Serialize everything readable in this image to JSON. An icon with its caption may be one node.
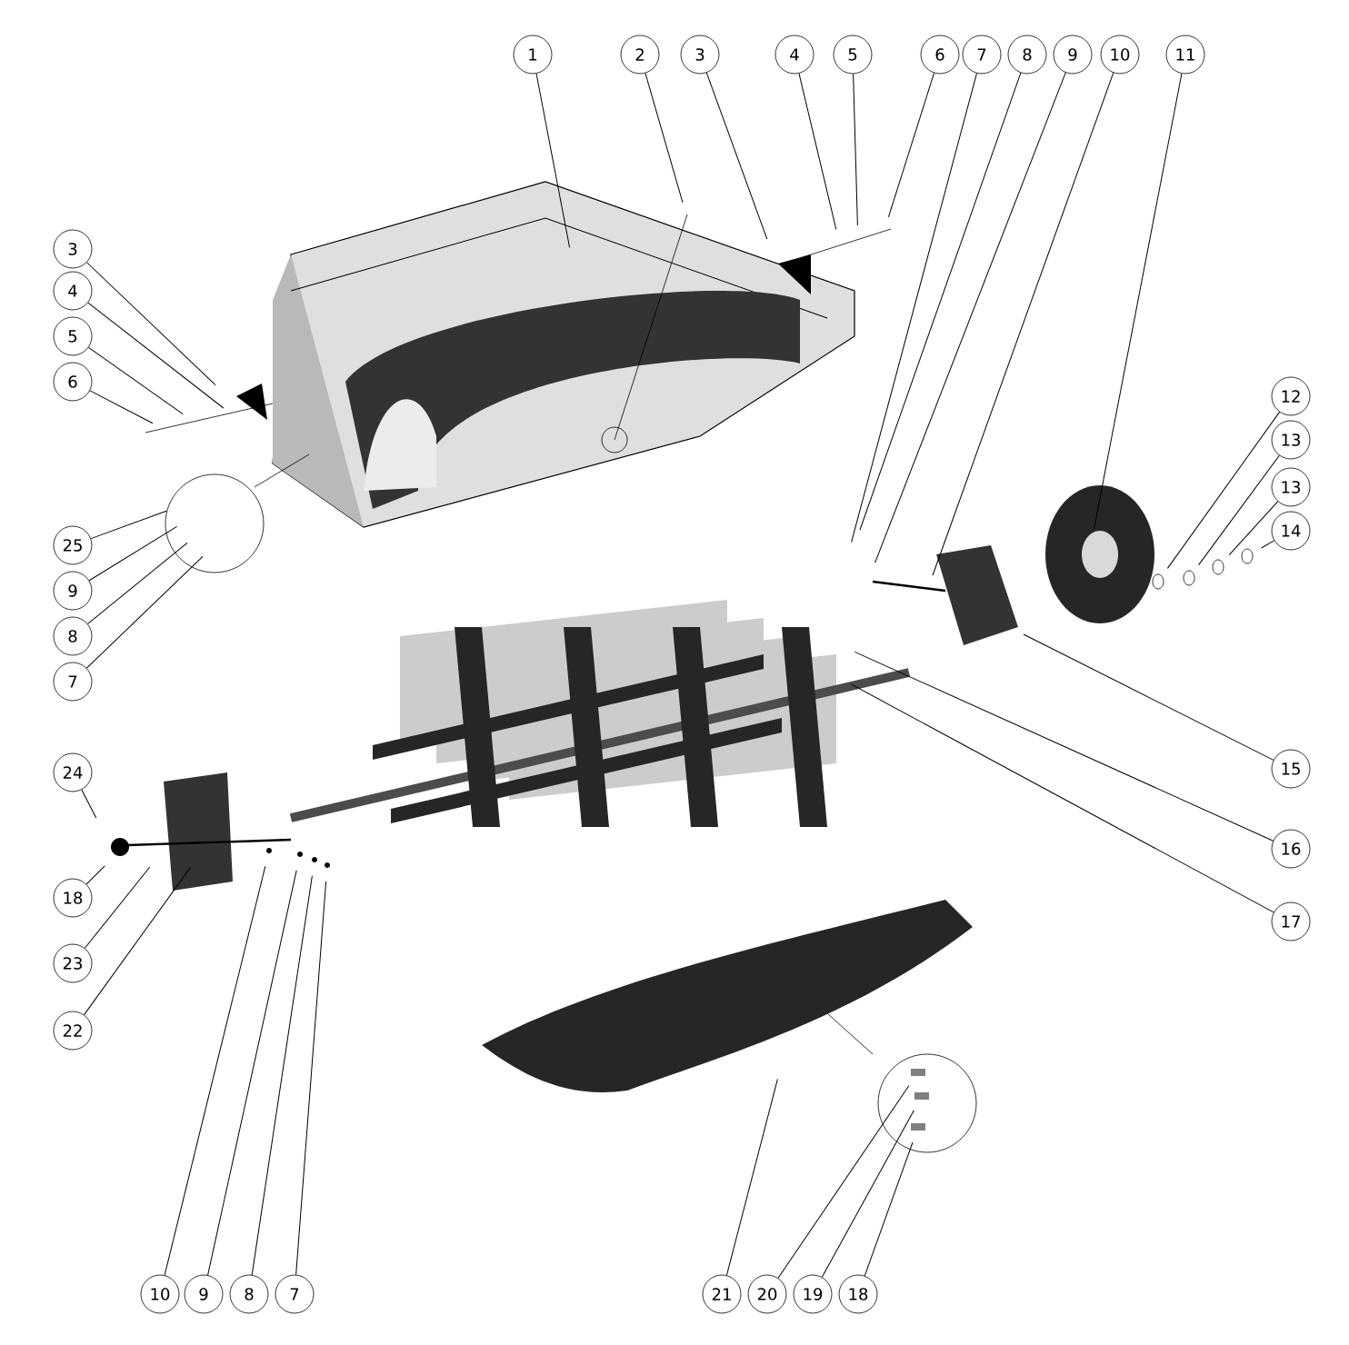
{
  "diagram": {
    "nodes": [
      {
        "text": [
          "1"
        ]
      },
      {
        "text": [
          "2"
        ]
      },
      {
        "text": [
          "3"
        ]
      },
      {
        "text": [
          "4"
        ]
      },
      {
        "text": [
          "5"
        ]
      },
      {
        "text": [
          "6"
        ]
      },
      {
        "text": [
          "7"
        ]
      },
      {
        "text": [
          "8"
        ]
      },
      {
        "text": [
          "9"
        ]
      },
      {
        "text": [
          "10"
        ]
      },
      {
        "text": [
          "11"
        ]
      },
      {
        "text": [
          "3"
        ]
      },
      {
        "text": [
          "4"
        ]
      },
      {
        "text": [
          "5"
        ]
      },
      {
        "text": [
          "6"
        ]
      },
      {
        "text": [
          "25"
        ]
      },
      {
        "text": [
          "9"
        ]
      },
      {
        "text": [
          "8"
        ]
      },
      {
        "text": [
          "7"
        ]
      },
      {
        "text": [
          "24"
        ]
      },
      {
        "text": [
          "18"
        ]
      },
      {
        "text": [
          "23"
        ]
      },
      {
        "text": [
          "22"
        ]
      },
      {
        "text": [
          "12"
        ]
      },
      {
        "text": [
          "13"
        ]
      },
      {
        "text": [
          "13"
        ]
      },
      {
        "text": [
          "14"
        ]
      },
      {
        "text": [
          "15"
        ]
      },
      {
        "text": [
          "16"
        ]
      },
      {
        "text": [
          "17"
        ]
      },
      {
        "text": [
          "10"
        ]
      },
      {
        "text": [
          "9"
        ]
      },
      {
        "text": [
          "8"
        ]
      },
      {
        "text": [
          "7"
        ]
      },
      {
        "text": [
          "21"
        ]
      },
      {
        "text": [
          "20"
        ]
      },
      {
        "text": [
          "19"
        ]
      },
      {
        "text": [
          "18"
        ]
      }
    ],
    "edges": [
      {
        "from": 0,
        "to": null,
        "arrow": "none"
      },
      {
        "from": 1,
        "to": null,
        "arrow": "none"
      },
      {
        "from": 2,
        "to": null,
        "arrow": "none"
      },
      {
        "from": 3,
        "to": null,
        "arrow": "none"
      },
      {
        "from": 4,
        "to": null,
        "arrow": "none"
      },
      {
        "from": 5,
        "to": null,
        "arrow": "none"
      },
      {
        "from": 6,
        "to": null,
        "arrow": "none"
      },
      {
        "from": 7,
        "to": null,
        "arrow": "none"
      },
      {
        "from": 8,
        "to": null,
        "arrow": "none"
      },
      {
        "from": 9,
        "to": null,
        "arrow": "none"
      },
      {
        "from": 10,
        "to": null,
        "arrow": "none"
      },
      {
        "from": 11,
        "to": null,
        "arrow": "none"
      },
      {
        "from": 12,
        "to": null,
        "arrow": "none"
      },
      {
        "from": 13,
        "to": null,
        "arrow": "none"
      },
      {
        "from": 14,
        "to": null,
        "arrow": "none"
      },
      {
        "from": 15,
        "to": null,
        "arrow": "none"
      },
      {
        "from": 16,
        "to": null,
        "arrow": "none"
      },
      {
        "from": 17,
        "to": null,
        "arrow": "none"
      },
      {
        "from": 18,
        "to": null,
        "arrow": "none"
      },
      {
        "from": 19,
        "to": null,
        "arrow": "none"
      },
      {
        "from": 20,
        "to": null,
        "arrow": "none"
      },
      {
        "from": 21,
        "to": null,
        "arrow": "none"
      },
      {
        "from": 22,
        "to": null,
        "arrow": "none"
      },
      {
        "from": 23,
        "to": null,
        "arrow": "none"
      },
      {
        "from": 24,
        "to": null,
        "arrow": "none"
      },
      {
        "from": 25,
        "to": null,
        "arrow": "none"
      },
      {
        "from": 26,
        "to": null,
        "arrow": "none"
      },
      {
        "from": 27,
        "to": null,
        "arrow": "none"
      },
      {
        "from": 28,
        "to": null,
        "arrow": "none"
      },
      {
        "from": 29,
        "to": null,
        "arrow": "none"
      },
      {
        "from": 30,
        "to": null,
        "arrow": "none"
      },
      {
        "from": 31,
        "to": null,
        "arrow": "none"
      },
      {
        "from": 32,
        "to": null,
        "arrow": "none"
      },
      {
        "from": 33,
        "to": null,
        "arrow": "none"
      },
      {
        "from": 34,
        "to": null,
        "arrow": "none"
      },
      {
        "from": 35,
        "to": null,
        "arrow": "none"
      },
      {
        "from": 36,
        "to": null,
        "arrow": "none"
      },
      {
        "from": 37,
        "to": null,
        "arrow": "none"
      }
    ]
  }
}
